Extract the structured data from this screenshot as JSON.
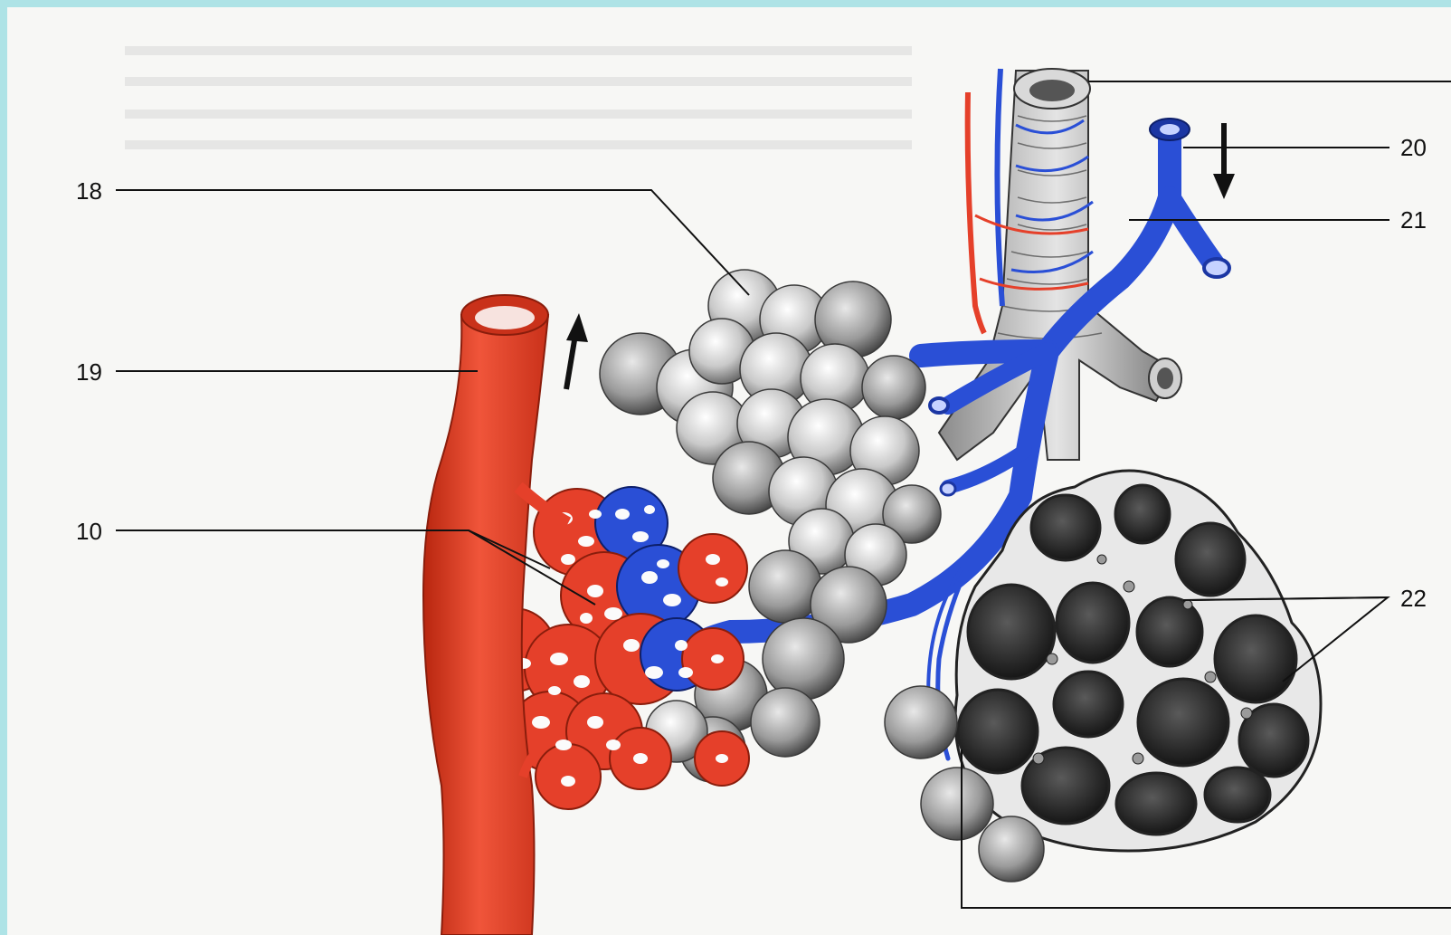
{
  "labels": {
    "l18": "18",
    "l19": "19",
    "l10": "10",
    "l20": "20",
    "l21": "21",
    "l22": "22"
  },
  "colors": {
    "background_frame": "#aee3e6",
    "paper": "#f7f7f5",
    "artery_red": "#e5402a",
    "vein_blue": "#2a4fd6",
    "alveoli_gray": "#8a8a8a",
    "alveoli_dark": "#2a2a2a",
    "leader_line": "#111111"
  },
  "icons": {
    "flow_arrow_up": "arrow-up-icon",
    "flow_arrow_down": "arrow-down-icon"
  }
}
